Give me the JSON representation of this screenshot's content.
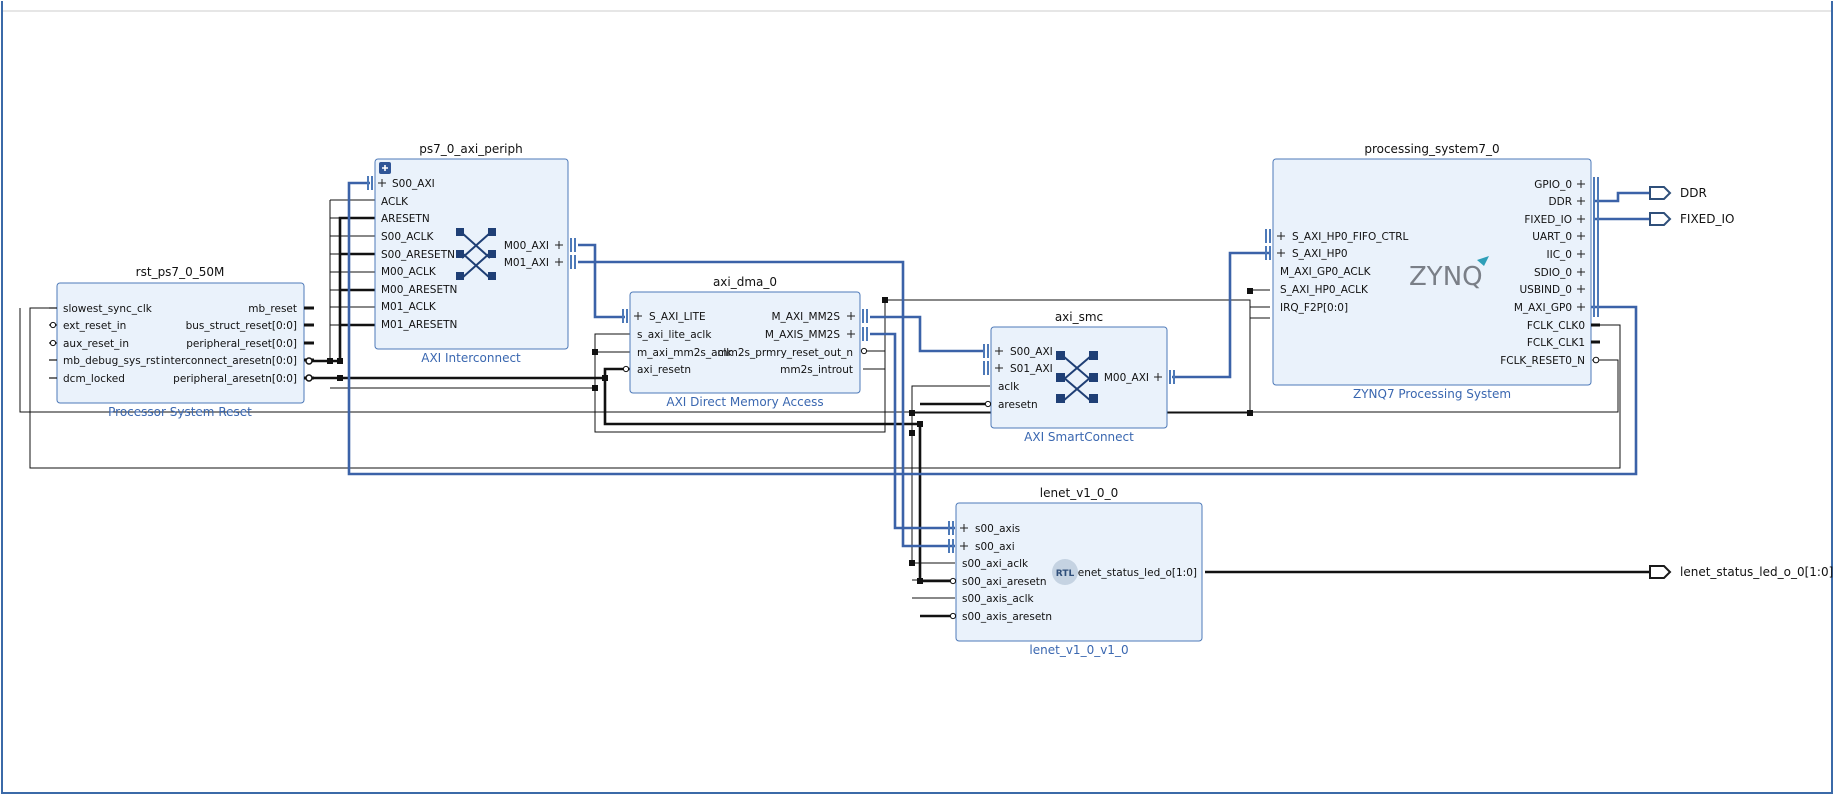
{
  "diagram": {
    "blocks": [
      {
        "key": "rst",
        "name": "rst_ps7_0_50M",
        "ip": "Processor System Reset",
        "left_ports": [
          "slowest_sync_clk",
          "ext_reset_in",
          "aux_reset_in",
          "mb_debug_sys_rst",
          "dcm_locked"
        ],
        "right_ports": [
          "mb_reset",
          "bus_struct_reset[0:0]",
          "peripheral_reset[0:0]",
          "interconnect_aresetn[0:0]",
          "peripheral_aresetn[0:0]"
        ]
      },
      {
        "key": "periph",
        "name": "ps7_0_axi_periph",
        "ip": "AXI Interconnect",
        "left_ports": [
          "S00_AXI",
          "ACLK",
          "ARESETN",
          "S00_ACLK",
          "S00_ARESETN",
          "M00_ACLK",
          "M00_ARESETN",
          "M01_ACLK",
          "M01_ARESETN"
        ],
        "right_ports": [
          "M00_AXI",
          "M01_AXI"
        ]
      },
      {
        "key": "dma",
        "name": "axi_dma_0",
        "ip": "AXI Direct Memory Access",
        "left_ports": [
          "S_AXI_LITE",
          "s_axi_lite_aclk",
          "m_axi_mm2s_aclk",
          "axi_resetn"
        ],
        "right_ports": [
          "M_AXI_MM2S",
          "M_AXIS_MM2S",
          "mm2s_prmry_reset_out_n",
          "mm2s_introut"
        ]
      },
      {
        "key": "smc",
        "name": "axi_smc",
        "ip": "AXI SmartConnect",
        "left_ports": [
          "S00_AXI",
          "S01_AXI",
          "aclk",
          "aresetn"
        ],
        "right_ports": [
          "M00_AXI"
        ]
      },
      {
        "key": "ps7",
        "name": "processing_system7_0",
        "ip": "ZYNQ7 Processing System",
        "logo": "ZYNQ",
        "left_ports": [
          "S_AXI_HP0_FIFO_CTRL",
          "S_AXI_HP0",
          "M_AXI_GP0_ACLK",
          "S_AXI_HP0_ACLK",
          "IRQ_F2P[0:0]"
        ],
        "right_ports": [
          "GPIO_0",
          "DDR",
          "FIXED_IO",
          "UART_0",
          "IIC_0",
          "SDIO_0",
          "USBIND_0",
          "M_AXI_GP0",
          "FCLK_CLK0",
          "FCLK_CLK1",
          "FCLK_RESET0_N"
        ]
      },
      {
        "key": "lenet",
        "name": "lenet_v1_0_0",
        "ip": "lenet_v1_0_v1_0",
        "logo": "RTL",
        "left_ports": [
          "s00_axis",
          "s00_axi",
          "s00_axi_aclk",
          "s00_axi_aresetn",
          "s00_axis_aclk",
          "s00_axis_aresetn"
        ],
        "right_ports": [
          "lenet_status_led_o[1:0]"
        ]
      }
    ],
    "external_ports": [
      "DDR",
      "FIXED_IO",
      "lenet_status_led_o_0[1:0]"
    ],
    "colors": {
      "block_fill": "#eaf2fb",
      "block_border": "#4d79b8",
      "bus": "#3b62a8",
      "net": "#111111",
      "frame": "#3b6aa8"
    },
    "icons": [
      "expand-icon",
      "crossbar-icon",
      "zynq-logo",
      "rtl-logo",
      "output-port-icon"
    ]
  }
}
